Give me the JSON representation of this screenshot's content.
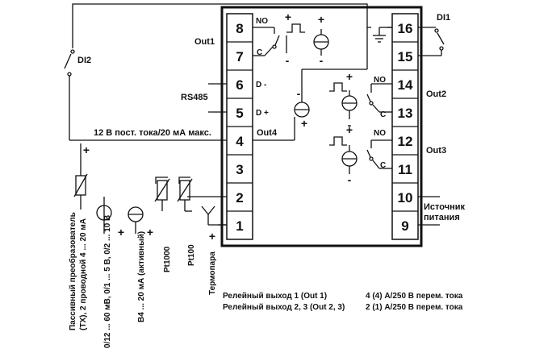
{
  "left_terminals": [
    "8",
    "7",
    "6",
    "5",
    "4",
    "3",
    "2",
    "1"
  ],
  "right_terminals": [
    "16",
    "15",
    "14",
    "13",
    "12",
    "11",
    "10",
    "9"
  ],
  "labels": {
    "out1": "Out1",
    "out2": "Out2",
    "out3": "Out3",
    "out4": "Out4",
    "rs485": "RS485",
    "d_minus": "D -",
    "d_plus": "D +",
    "supply_12v": "12 В пост. тока/20 мА макс.",
    "di1": "DI1",
    "di2": "DI2",
    "no": "NO",
    "c": "C",
    "plus": "+",
    "minus": "-",
    "power_source_1": "Источник",
    "power_source_2": "питания"
  },
  "inputs": {
    "passive_1": "Пассивный преобразователь",
    "passive_2": "(ТХ), 2 проводной 4 ... 20 мА",
    "voltage": "0/12 ... 60 мВ, 0/1 ... 5 В, 0/2 ... 10 В",
    "current_active": "В4 ... 20 мА (активный)",
    "pt1000": "Pt1000",
    "pt100": "Pt100",
    "thermocouple": "Термопара"
  },
  "relay_notes": {
    "line1_left": "Релейный выход 1 (Out 1)",
    "line2_left": "Релейный выход 2, 3 (Out 2, 3)",
    "line1_right": "4 (4) А/250 В перем. тока",
    "line2_right": "2 (1) А/250 В перем. тока"
  }
}
